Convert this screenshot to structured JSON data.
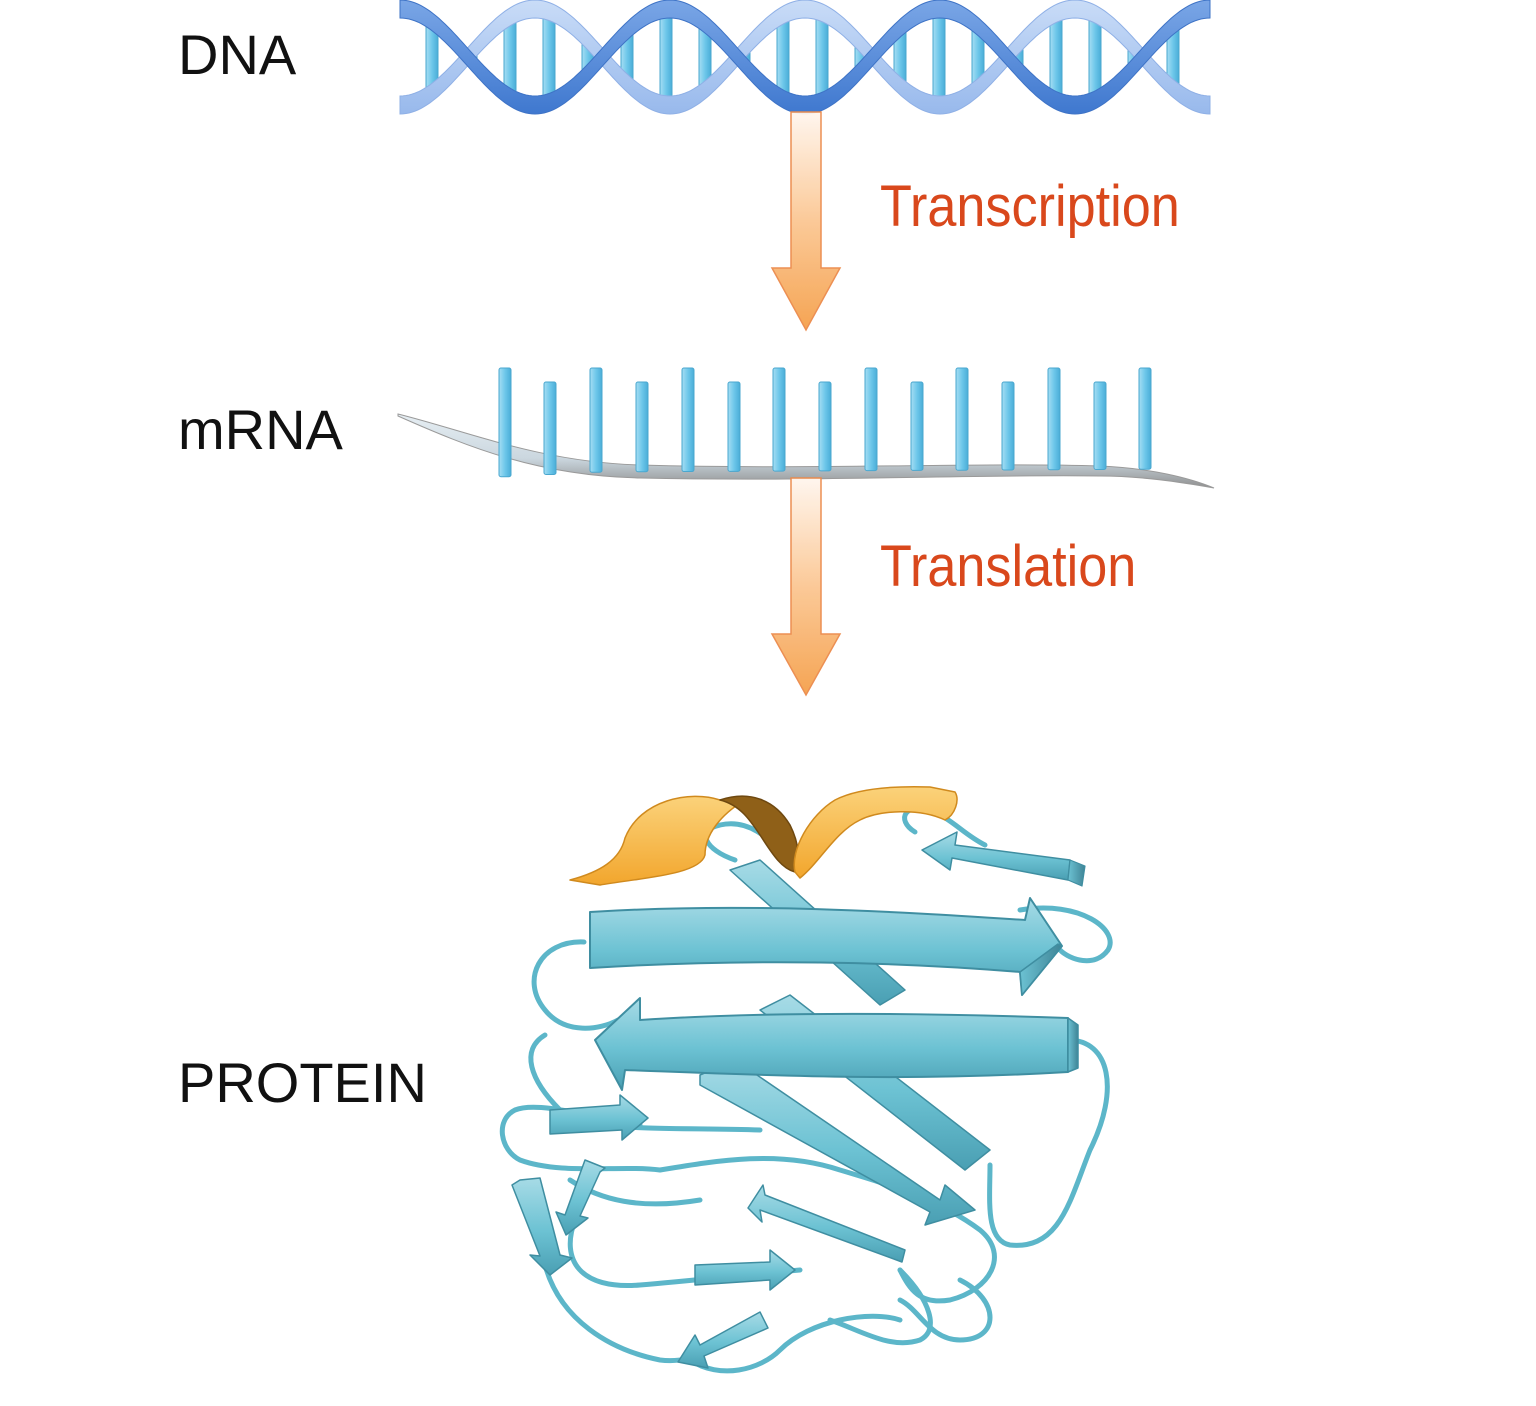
{
  "labels": {
    "dna": "DNA",
    "mrna": "mRNA",
    "protein": "PROTEIN",
    "transcription": "Transcription",
    "translation": "Translation"
  },
  "colors": {
    "process_text": "#d9481c",
    "arrow_fill_top": "#fde4cf",
    "arrow_fill_bottom": "#f5a04b",
    "arrow_stroke": "#e8783a",
    "dna_strand_dark": "#4f86d6",
    "dna_strand_light": "#a9c6f0",
    "base_pair": "#7fcdeb",
    "mrna_backbone": "#9a9a9a",
    "protein_strand": "#6cc2d3",
    "protein_helix": "#f6b43c",
    "protein_helix_shadow": "#9a6a1e"
  },
  "icons": {
    "dna": "double-helix",
    "mrna": "single-strand-with-bases",
    "protein": "ribbon-fold"
  }
}
